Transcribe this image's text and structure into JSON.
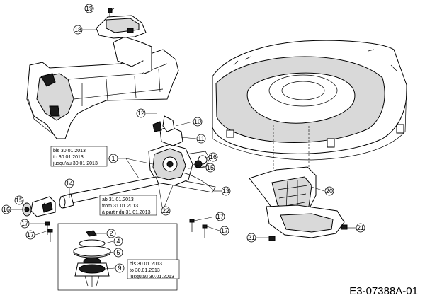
{
  "drawing_number": "E3-07388A-01",
  "callouts": {
    "c19": "19",
    "c18": "18",
    "c12": "12",
    "c10": "10",
    "c11": "11",
    "c1": "1",
    "c16a": "16",
    "c15a": "15",
    "c13": "13",
    "c14": "14",
    "c15b": "15",
    "c16b": "16",
    "c22": "22",
    "c17a": "17",
    "c17b": "17",
    "c17c": "17",
    "c17d": "17",
    "c2": "2",
    "c4": "4",
    "c5": "5",
    "c9": "9",
    "c20": "20",
    "c21a": "21",
    "c21b": "21"
  },
  "notes": {
    "note1": [
      "bis 30.01.2013",
      "to 30.01.2013",
      "jusqu'au 30.01.2013"
    ],
    "note2": [
      "ab 31.01.2013",
      "from 31.01.2013",
      "à partir du 31.01.2013"
    ],
    "note3": [
      "bis 30.01.2013",
      "to 30.01.2013",
      "jusqu'au 30.01.2013"
    ]
  }
}
